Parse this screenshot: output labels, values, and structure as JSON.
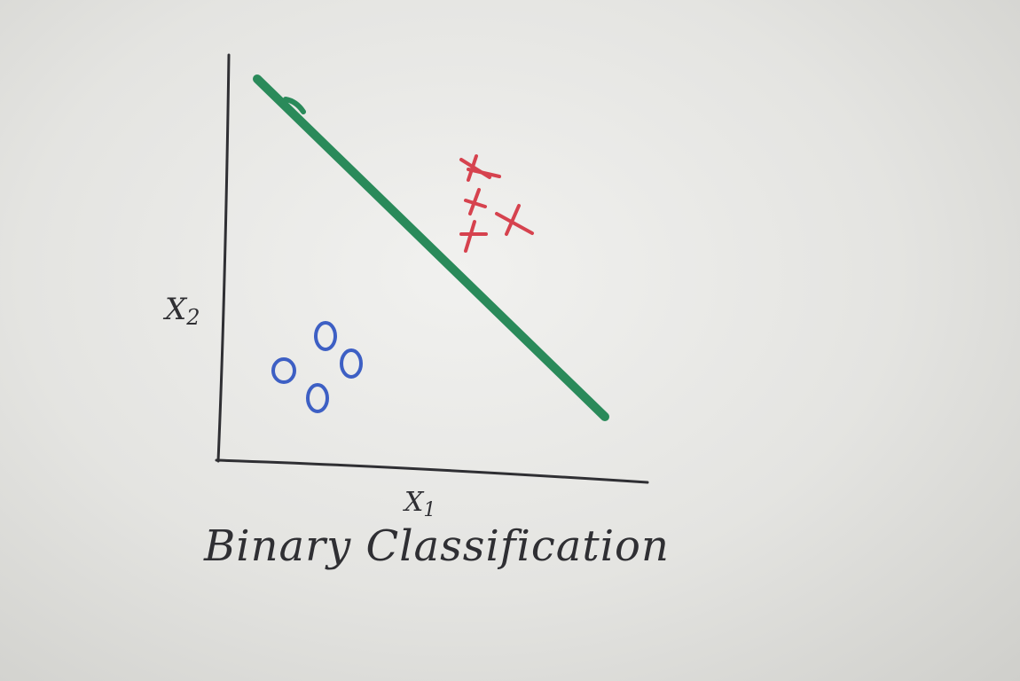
{
  "diagram": {
    "title": "Binary Classification",
    "x_axis_label": "X",
    "x_axis_subscript": "1",
    "y_axis_label": "X",
    "y_axis_subscript": "2",
    "class_a_marker": "x",
    "class_b_marker": "o"
  },
  "colors": {
    "paper": "#e9e9e6",
    "ink": "#2f2f33",
    "boundary": "#2a8a5a",
    "class_a": "#d6424e",
    "class_b": "#3d5fc4"
  }
}
